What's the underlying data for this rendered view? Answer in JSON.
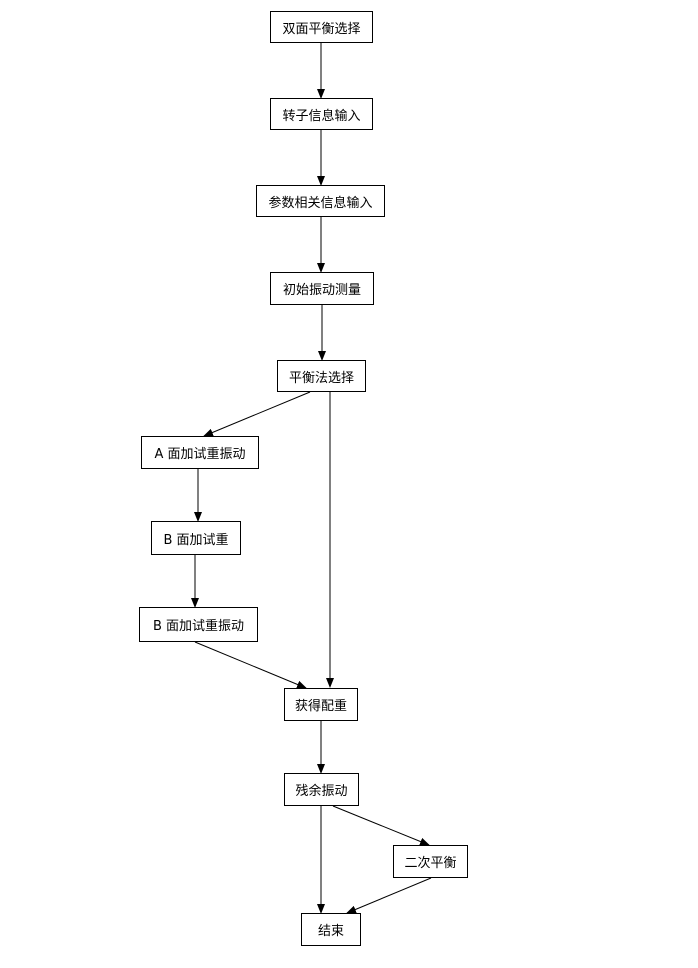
{
  "nodes": {
    "dual_plane_select": "双面平衡选择",
    "rotor_info_input": "转子信息输入",
    "param_info_input": "参数相关信息输入",
    "initial_vibration": "初始振动测量",
    "balance_method_select": "平衡法选择",
    "a_trial_weight_vibration": "A 面加试重振动",
    "b_trial_weight": "B 面加试重",
    "b_trial_weight_vibration": "B 面加试重振动",
    "get_correction_weight": "获得配重",
    "residual_vibration": "残余振动",
    "secondary_balance": "二次平衡",
    "end": "结束"
  }
}
